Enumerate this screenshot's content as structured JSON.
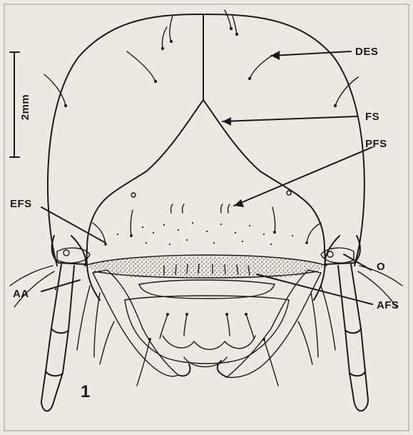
{
  "figure_number": "1",
  "scale_bar": {
    "text": "2mm"
  },
  "labels": {
    "des": "DES",
    "fs": "FS",
    "pfs": "PFS",
    "efs": "EFS",
    "o": "O",
    "aa": "AA",
    "afs": "AFS"
  },
  "colors": {
    "background": "#ece9e2",
    "ink": "#1a1a1a",
    "stipple": "#3a3a3a"
  }
}
